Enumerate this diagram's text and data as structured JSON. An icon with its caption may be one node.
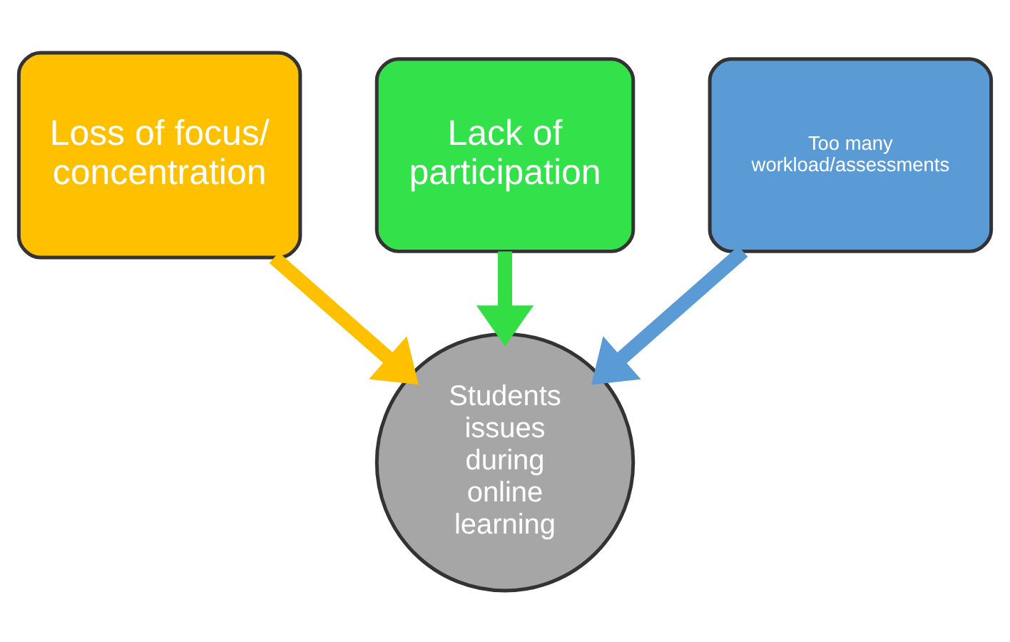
{
  "diagram": {
    "nodes": [
      {
        "text": [
          "Loss of focus/ concentration"
        ]
      },
      {
        "text": [
          "Lack of participation"
        ]
      },
      {
        "text": [
          "Too many workload/assessments"
        ]
      },
      {
        "text": [
          "Students issues during online learning"
        ]
      }
    ],
    "edges": [
      {
        "from": 0,
        "to": 3,
        "arrow": "to",
        "color": "#ffc000"
      },
      {
        "from": 1,
        "to": 3,
        "arrow": "to",
        "color": "#33dd44"
      },
      {
        "from": 2,
        "to": 3,
        "arrow": "to",
        "color": "#5b9bd5"
      }
    ]
  }
}
